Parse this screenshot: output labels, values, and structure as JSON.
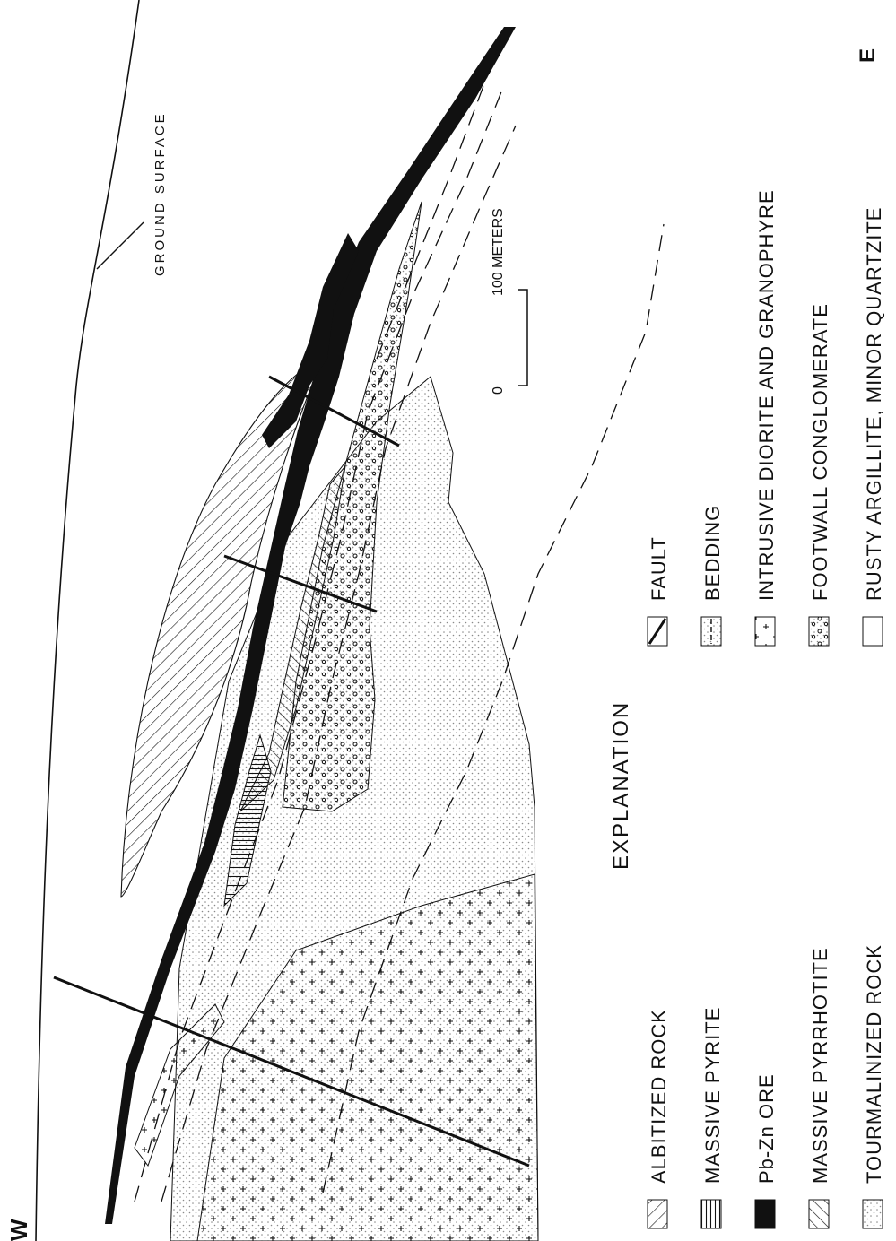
{
  "map": {
    "orientation": {
      "west": "W",
      "east": "E"
    },
    "ground_surface_label": "GROUND SURFACE",
    "scale_bar": {
      "zero_label": "0",
      "end_label": "100 METERS"
    }
  },
  "legend": {
    "title": "EXPLANATION",
    "items": [
      {
        "id": "albitized",
        "label": "ALBITIZED ROCK",
        "pattern": "diagonal-hatch-fine"
      },
      {
        "id": "pyrite",
        "label": "MASSIVE PYRITE",
        "pattern": "vertical-lines"
      },
      {
        "id": "pbzn",
        "label": "Pb-Zn ORE",
        "pattern": "solid-black"
      },
      {
        "id": "pyrrhotite",
        "label": "MASSIVE PYRRHOTITE",
        "pattern": "diagonal-hatch-coarse"
      },
      {
        "id": "tourmalinized",
        "label": "TOURMALINIZED ROCK",
        "pattern": "stipple"
      },
      {
        "id": "fault",
        "label": "FAULT",
        "pattern": "heavy-line"
      },
      {
        "id": "bedding",
        "label": "BEDDING",
        "pattern": "dashed-line"
      },
      {
        "id": "diorite",
        "label": "INTRUSIVE DIORITE AND GRANOPHYRE",
        "pattern": "crosses"
      },
      {
        "id": "conglomerate",
        "label": "FOOTWALL CONGLOMERATE",
        "pattern": "circles"
      },
      {
        "id": "argillite",
        "label": "RUSTY ARGILLITE, MINOR QUARTZITE",
        "pattern": "blank"
      }
    ]
  },
  "colors": {
    "ink": "#111111",
    "stipple": "#8a8a8a",
    "paper": "#ffffff"
  }
}
